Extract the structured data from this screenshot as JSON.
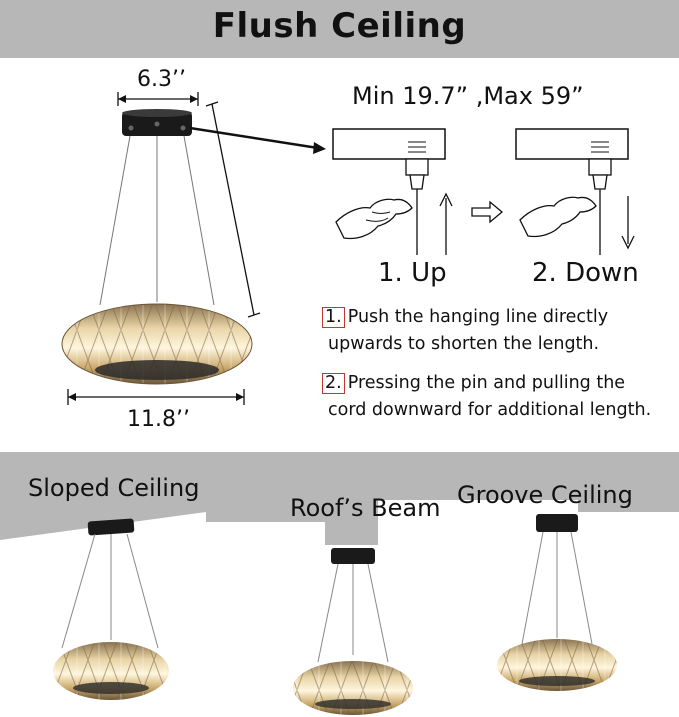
{
  "header": {
    "title": "Flush Ceiling"
  },
  "dimensions": {
    "canopy_width": "6.3’’",
    "fixture_width": "11.8’’"
  },
  "adjustment": {
    "range_label": "Min 19.7” ,Max 59”",
    "step_up": "1. Up",
    "step_down": "2. Down",
    "instructions": [
      {
        "number": "1.",
        "line1": "Push the hanging line directly",
        "line2": "upwards to shorten the length."
      },
      {
        "number": "2.",
        "line1": "Pressing the pin and pulling the",
        "line2": "cord downward for additional length."
      }
    ]
  },
  "ceiling_types": {
    "sloped": "Sloped Ceiling",
    "beam": "Roof’s Beam",
    "groove": "Groove Ceiling"
  },
  "colors": {
    "banner_gray": "#b7b7b7",
    "canopy_black": "#1a1a1a",
    "number_box_red": "#c0392b",
    "crystal_gold": "#c9a86a"
  },
  "icons": [
    "hand-icon",
    "arrow-up-icon",
    "arrow-down-icon",
    "arrow-right-icon"
  ]
}
